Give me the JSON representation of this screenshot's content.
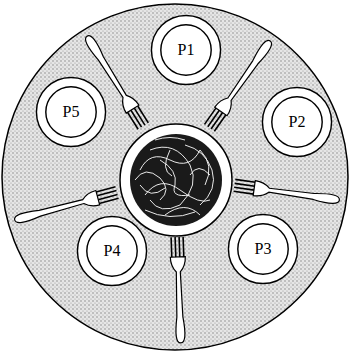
{
  "diagram": {
    "nodes": [
      {
        "text": [
          "P1"
        ]
      },
      {
        "text": [
          "P2"
        ]
      },
      {
        "text": [
          "P3"
        ]
      },
      {
        "text": [
          "P4"
        ]
      },
      {
        "text": [
          "P5"
        ]
      }
    ]
  }
}
